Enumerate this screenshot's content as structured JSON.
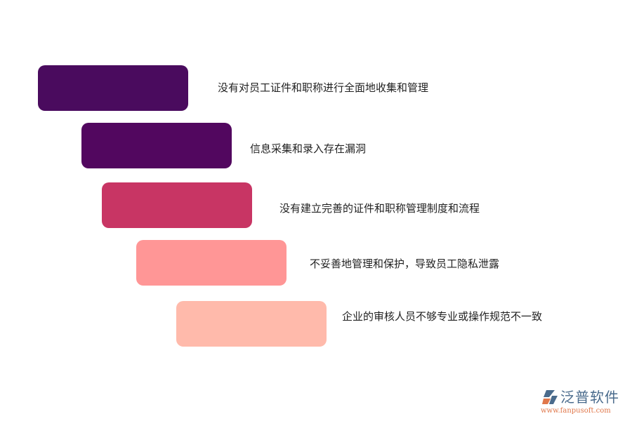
{
  "diagram": {
    "type": "staggered-steps",
    "items": [
      {
        "label": "没有对员工证件和职称进行全面地收集和管理",
        "color": "#4a0b5e"
      },
      {
        "label": "信息采集和录入存在漏洞",
        "color": "#52075f"
      },
      {
        "label": "没有建立完善的证件和职称管理制度和流程",
        "color": "#c83564"
      },
      {
        "label": "不妥善地管理和保护，导致员工隐私泄露",
        "color": "#ff9696"
      },
      {
        "label": "企业的审核人员不够专业或操作规范不一致",
        "color": "#ffbaab"
      }
    ]
  },
  "logo": {
    "name": "泛普软件",
    "url": "www.fanpusoft.com",
    "icon": "fanpu-logo-icon"
  }
}
